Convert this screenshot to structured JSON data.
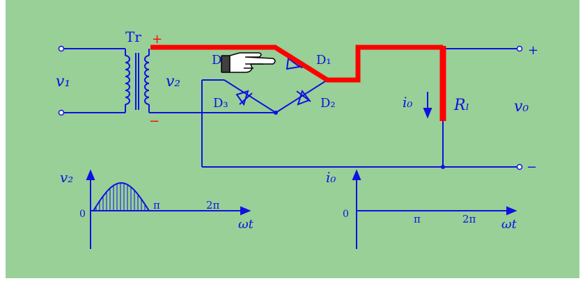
{
  "colors": {
    "background": "#98d098",
    "edge": "#ffffff",
    "wire": "#1010e0",
    "current_path": "#ff0000",
    "hand_fill": "#ffffff"
  },
  "labels": {
    "transformer": "Tr",
    "plus_secondary": "+",
    "minus_secondary": "−",
    "v1": "v₁",
    "v2": "v₂",
    "d1": "D₁",
    "d2": "D₂",
    "d3": "D₃",
    "d4": "D",
    "io": "i₀",
    "rl": "Rₗ",
    "vo": "v₀",
    "out_plus": "+",
    "out_minus": "−"
  },
  "graph_v2": {
    "ylabel": "v₂",
    "origin": "0",
    "pi": "π",
    "two_pi": "2π",
    "xlabel": "ωt"
  },
  "graph_io": {
    "ylabel": "i₀",
    "origin": "0",
    "pi": "π",
    "two_pi": "2π",
    "xlabel": "ωt"
  },
  "icons": {
    "pointer": "pointing-hand-icon"
  }
}
